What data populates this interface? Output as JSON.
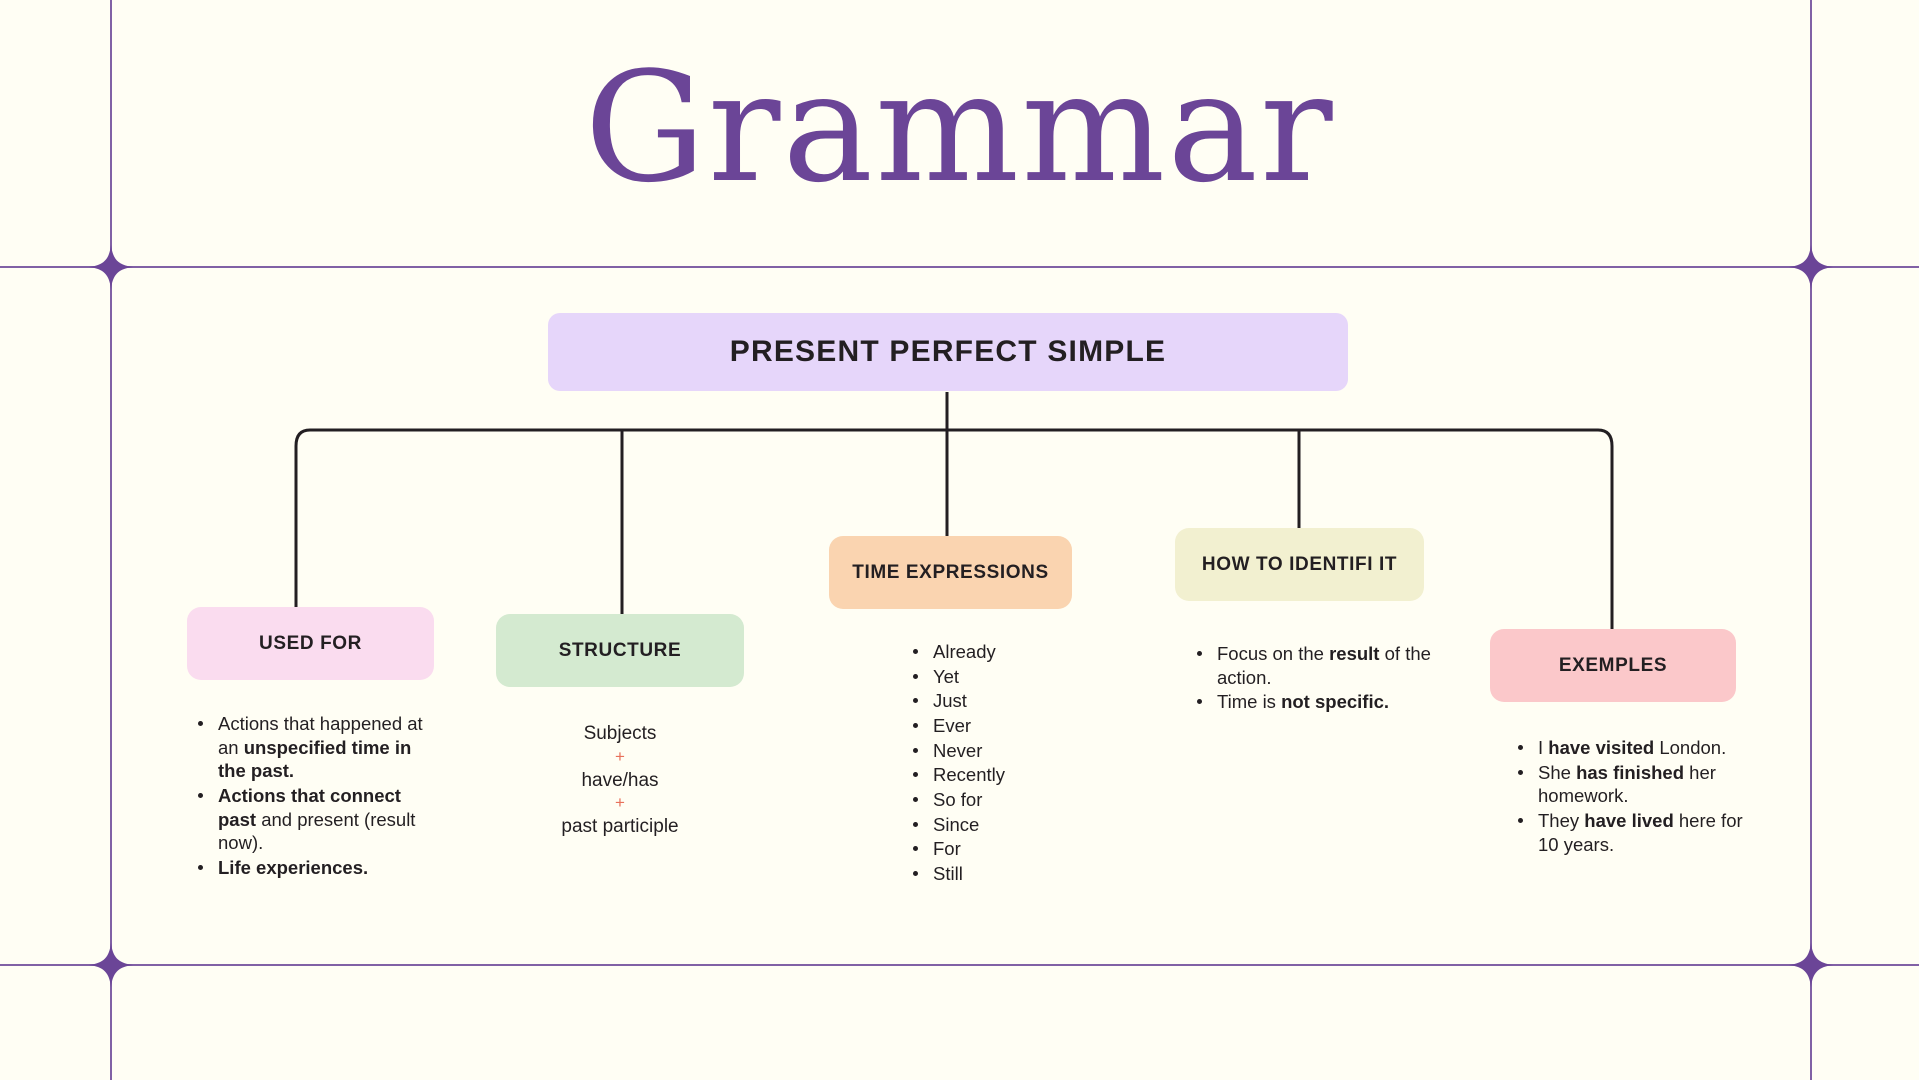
{
  "page": {
    "title": "Grammar",
    "background_color": "#FFFEF4",
    "accent_color": "#6B4597",
    "text_color": "#231F22",
    "plus_color": "#E8705A"
  },
  "root": {
    "label": "PRESENT PERFECT SIMPLE",
    "color": "#E6D6FA"
  },
  "branches": [
    {
      "id": "used-for",
      "label": "USED FOR",
      "color": "#FADCEF",
      "items": [
        [
          {
            "t": "Actions that happened at an ",
            "b": false
          },
          {
            "t": "unspecified time in the past.",
            "b": true
          }
        ],
        [
          {
            "t": "Actions that connect past ",
            "b": true
          },
          {
            "t": "and present (result now).",
            "b": false
          }
        ],
        [
          {
            "t": "Life experiences.",
            "b": true
          }
        ]
      ]
    },
    {
      "id": "structure",
      "label": "STRUCTURE",
      "color": "#D4EAD0",
      "stack": [
        "Subjects",
        "+",
        "have/has",
        "+",
        "past participle"
      ]
    },
    {
      "id": "time-expressions",
      "label": "TIME EXPRESSIONS",
      "color": "#FAD4B0",
      "items": [
        [
          {
            "t": "Already",
            "b": false
          }
        ],
        [
          {
            "t": "Yet",
            "b": false
          }
        ],
        [
          {
            "t": "Just",
            "b": false
          }
        ],
        [
          {
            "t": "Ever",
            "b": false
          }
        ],
        [
          {
            "t": "Never",
            "b": false
          }
        ],
        [
          {
            "t": "Recently",
            "b": false
          }
        ],
        [
          {
            "t": "So for",
            "b": false
          }
        ],
        [
          {
            "t": "Since",
            "b": false
          }
        ],
        [
          {
            "t": "For",
            "b": false
          }
        ],
        [
          {
            "t": "Still",
            "b": false
          }
        ]
      ]
    },
    {
      "id": "how-to-identifi-it",
      "label": "HOW TO IDENTIFI IT",
      "color": "#F2F0D0",
      "items": [
        [
          {
            "t": "Focus on the ",
            "b": false
          },
          {
            "t": "result",
            "b": true
          },
          {
            "t": " of the action.",
            "b": false
          }
        ],
        [
          {
            "t": "Time is ",
            "b": false
          },
          {
            "t": "not specific.",
            "b": true
          }
        ]
      ]
    },
    {
      "id": "exemples",
      "label": "EXEMPLES",
      "color": "#FBC8CA",
      "items": [
        [
          {
            "t": "I ",
            "b": false
          },
          {
            "t": "have visited",
            "b": true
          },
          {
            "t": " London.",
            "b": false
          }
        ],
        [
          {
            "t": "She ",
            "b": false
          },
          {
            "t": "has finished",
            "b": true
          },
          {
            "t": " her homework.",
            "b": false
          }
        ],
        [
          {
            "t": "They ",
            "b": false
          },
          {
            "t": "have lived",
            "b": true
          },
          {
            "t": " here for 10 years.",
            "b": false
          }
        ]
      ]
    }
  ],
  "decorations": {
    "sparkle_icon": "four-point-sparkle",
    "sparkle_count": 4,
    "frame_color": "#6B4597"
  }
}
